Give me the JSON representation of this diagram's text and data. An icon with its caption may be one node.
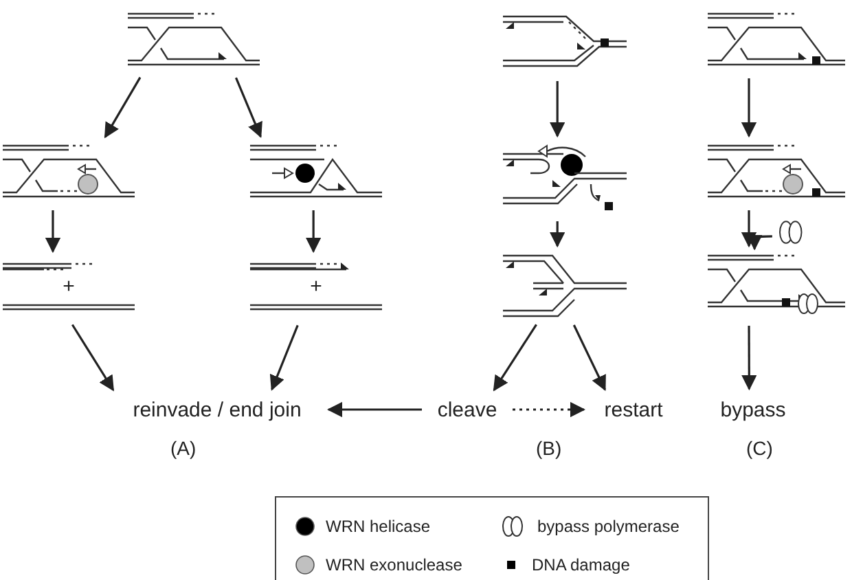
{
  "diagram": {
    "nodes": [
      {
        "text": [],
        "shape": "picture"
      },
      {
        "text": [],
        "shape": "picture"
      },
      {
        "text": [],
        "shape": "picture"
      },
      {
        "text": [
          "+"
        ]
      },
      {
        "text": [
          "+"
        ]
      },
      {
        "text": [
          "reinvade / end join"
        ]
      },
      {
        "text": [],
        "shape": "picture"
      },
      {
        "text": [],
        "shape": "picture"
      },
      {
        "text": [],
        "shape": "picture"
      },
      {
        "text": [
          "cleave"
        ]
      },
      {
        "text": [
          "restart"
        ]
      },
      {
        "text": [],
        "shape": "picture"
      },
      {
        "text": [],
        "shape": "picture"
      },
      {
        "text": [],
        "shape": "picture"
      },
      {
        "text": [
          "bypass"
        ]
      },
      {
        "text": [],
        "shape": "circle"
      }
    ],
    "edges": [
      {
        "from": 0,
        "to": 1,
        "arrow": "to"
      },
      {
        "from": 0,
        "to": 2,
        "arrow": "to"
      },
      {
        "from": 1,
        "to": 3,
        "arrow": "to"
      },
      {
        "from": 2,
        "to": 4,
        "arrow": "to"
      },
      {
        "from": 3,
        "to": 5,
        "arrow": "to"
      },
      {
        "from": 4,
        "to": 5,
        "arrow": "to"
      },
      {
        "from": 6,
        "to": 7,
        "arrow": "to"
      },
      {
        "from": 7,
        "to": 8,
        "arrow": "to"
      },
      {
        "from": 8,
        "to": 9,
        "arrow": "to"
      },
      {
        "from": 8,
        "to": 10,
        "arrow": "to"
      },
      {
        "from": 9,
        "to": 5,
        "arrow": "to"
      },
      {
        "from": 9,
        "to": 10,
        "arrow": "to",
        "style": "dashed"
      },
      {
        "from": 11,
        "to": 12,
        "arrow": "to"
      },
      {
        "from": 12,
        "to": 13,
        "arrow": "to"
      },
      {
        "from": 13,
        "to": 14,
        "arrow": "to"
      },
      {
        "from": 15,
        "to": 13,
        "arrow": "to"
      }
    ],
    "labels": [
      "(A)",
      "(B)",
      "(C)"
    ],
    "legend": [
      {
        "text": "WRN helicase",
        "color": "#000000"
      },
      {
        "text": "bypass polymerase"
      },
      {
        "text": "WRN exonuclease",
        "color": "#c0c0c0"
      },
      {
        "text": "DNA damage",
        "color": "#000000"
      }
    ]
  }
}
